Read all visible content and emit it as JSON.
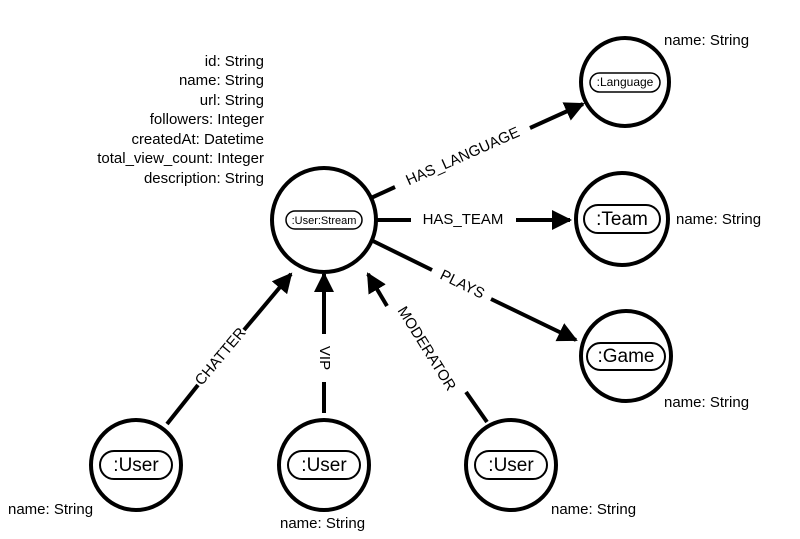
{
  "colors": {
    "stroke": "#000000",
    "background": "#ffffff"
  },
  "nodes": {
    "stream": {
      "label": ":User:Stream",
      "properties": [
        "id: String",
        "name: String",
        "url: String",
        "followers: Integer",
        "createdAt: Datetime",
        "total_view_count: Integer",
        "description: String"
      ]
    },
    "language": {
      "label": ":Language",
      "properties": [
        "name: String"
      ]
    },
    "team": {
      "label": ":Team",
      "properties": [
        "name: String"
      ]
    },
    "game": {
      "label": ":Game",
      "properties": [
        "name: String"
      ]
    },
    "user_chatter": {
      "label": ":User",
      "properties": [
        "name: String"
      ]
    },
    "user_vip": {
      "label": ":User",
      "properties": [
        "name: String"
      ]
    },
    "user_moderator": {
      "label": ":User",
      "properties": [
        "name: String"
      ]
    }
  },
  "relationships": {
    "has_language": "HAS_LANGUAGE",
    "has_team": "HAS_TEAM",
    "plays": "PLAYS",
    "chatter": "CHATTER",
    "vip": "VIP",
    "moderator": "MODERATOR"
  }
}
